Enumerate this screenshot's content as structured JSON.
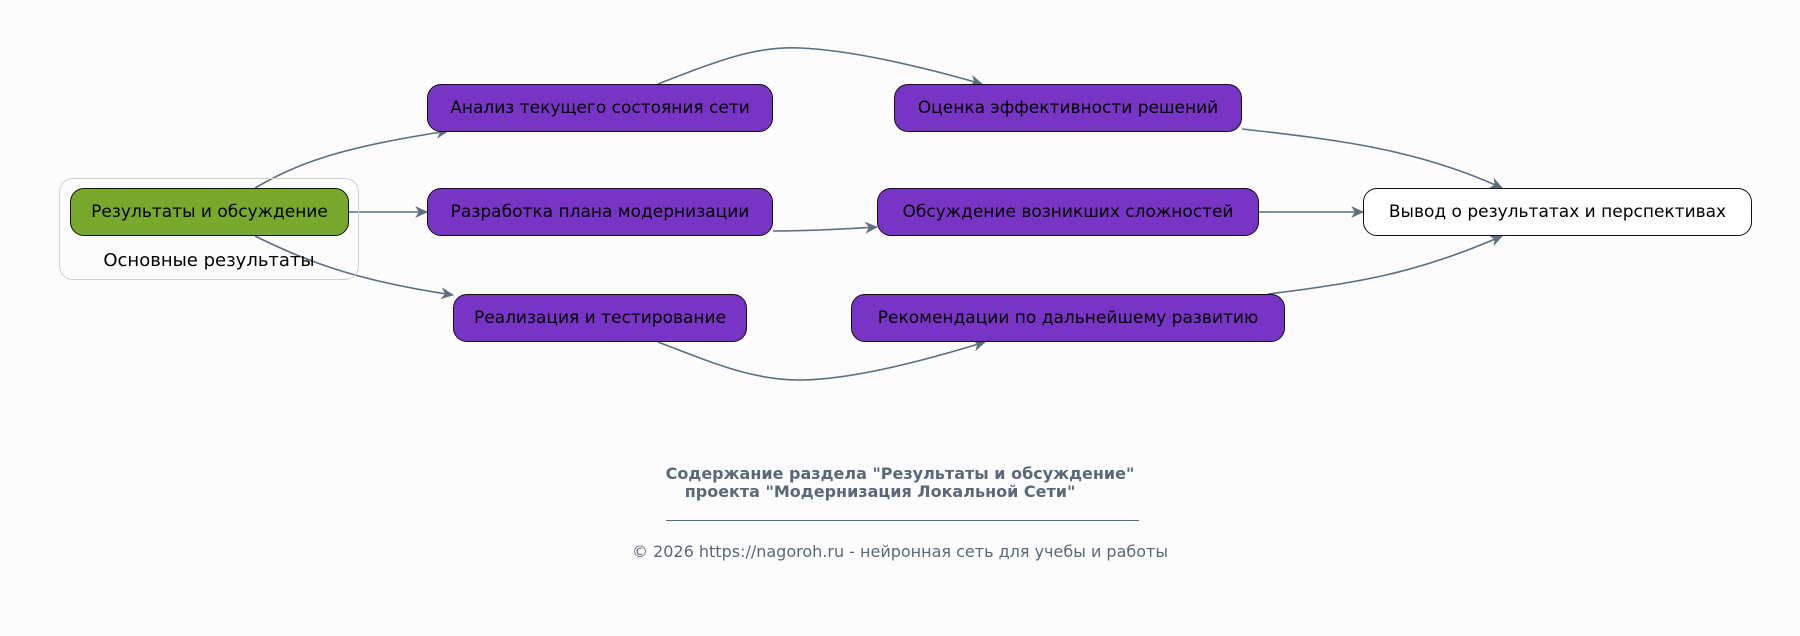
{
  "group": {
    "label": "Основные результаты"
  },
  "nodes": {
    "root": "Результаты и обсуждение",
    "analysis": "Анализ текущего состояния сети",
    "plan": "Разработка плана модернизации",
    "implementation": "Реализация и тестирование",
    "evaluation": "Оценка эффективности решений",
    "discussion": "Обсуждение возникших сложностей",
    "recommendations": "Рекомендации по дальнейшему развитию",
    "conclusion": "Вывод о результатах и перспективах"
  },
  "footer": {
    "title_line1": "Содержание раздела \"Результаты и обсуждение\"",
    "title_line2": "проекта \"Модернизация Локальной Сети\"",
    "copyright": "© 2026 https://nagoroh.ru - нейронная сеть для учебы и работы"
  },
  "colors": {
    "root": "#79a92c",
    "step": "#7834c4",
    "edge": "#5e6e7e"
  }
}
